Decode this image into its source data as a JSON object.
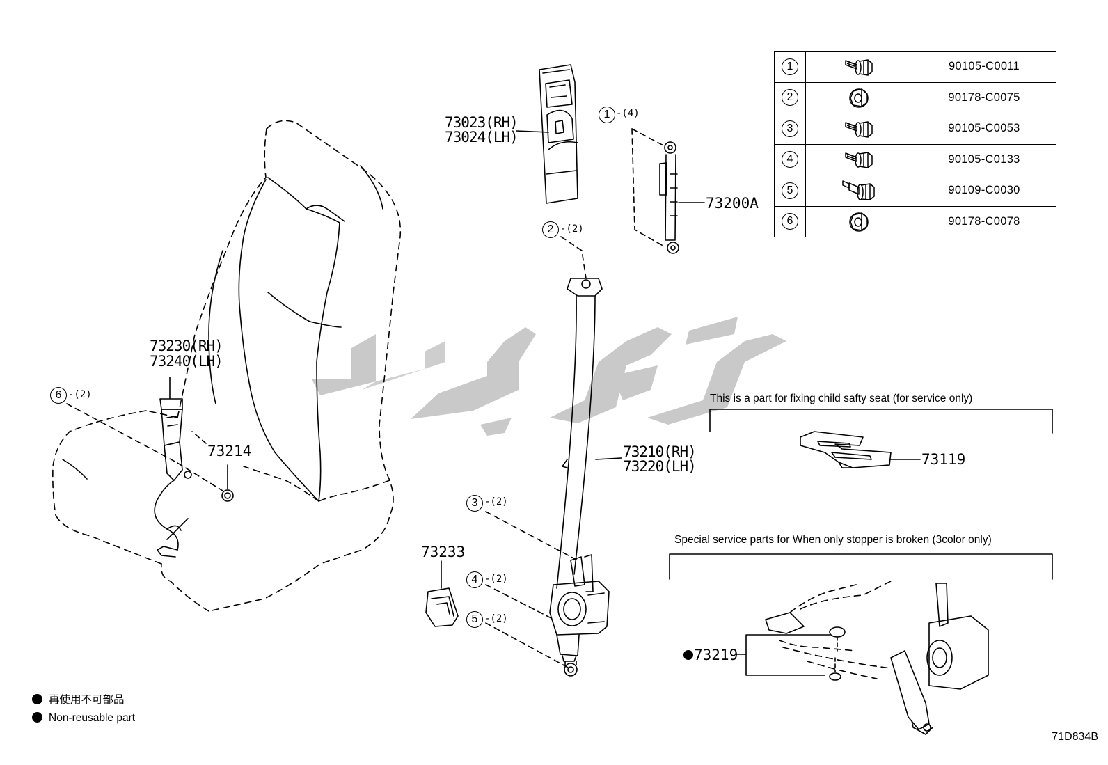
{
  "parts": {
    "p73023": "73023(RH)",
    "p73024": "73024(LH)",
    "p73200A": "73200A",
    "p73230": "73230(RH)",
    "p73240": "73240(LH)",
    "p73214": "73214",
    "p73210": "73210(RH)",
    "p73220": "73220(LH)",
    "p73233": "73233",
    "p73119": "73119",
    "p73219": "73219"
  },
  "callouts": {
    "c1": {
      "num": "1",
      "qty": "-(4)"
    },
    "c2": {
      "num": "2",
      "qty": "-(2)"
    },
    "c3": {
      "num": "3",
      "qty": "-(2)"
    },
    "c4": {
      "num": "4",
      "qty": "-(2)"
    },
    "c5": {
      "num": "5",
      "qty": "-(2)"
    },
    "c6": {
      "num": "6",
      "qty": "-(2)"
    }
  },
  "fastener_table": [
    {
      "num": "1",
      "icon": "flange-bolt-icon",
      "part_no": "90105-C0011"
    },
    {
      "num": "2",
      "icon": "flange-nut-icon",
      "part_no": "90178-C0075"
    },
    {
      "num": "3",
      "icon": "flange-bolt-icon",
      "part_no": "90105-C0053"
    },
    {
      "num": "4",
      "icon": "flange-bolt-icon",
      "part_no": "90105-C0133"
    },
    {
      "num": "5",
      "icon": "shoulder-bolt-icon",
      "part_no": "90109-C0030"
    },
    {
      "num": "6",
      "icon": "flange-nut-icon",
      "part_no": "90178-C0078"
    }
  ],
  "notes": {
    "child_seat": "This is a part for fixing child safty seat (for service only)",
    "stopper": "Special service parts for When only stopper is broken (3color only)"
  },
  "legend": {
    "jp": "再使用不可部品",
    "en": "Non-reusable part"
  },
  "drawing_code": "71D834B"
}
